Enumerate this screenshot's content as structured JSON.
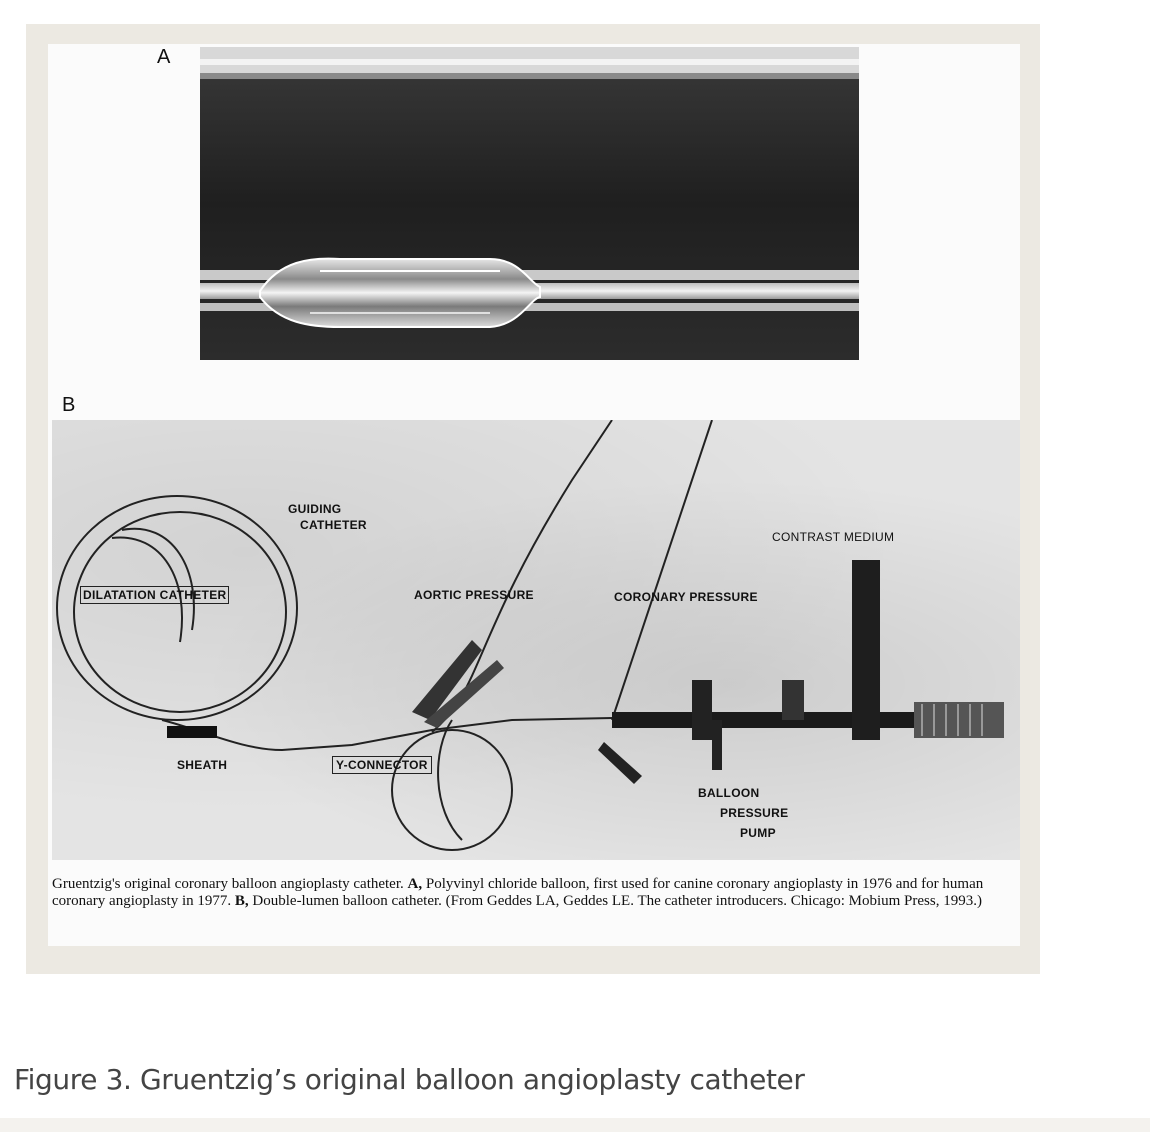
{
  "figure": {
    "panel_a_letter": "A",
    "panel_b_letter": "B",
    "labels": {
      "guiding_catheter_1": "GUIDING",
      "guiding_catheter_2": "CATHETER",
      "contrast_medium": "CONTRAST MEDIUM",
      "dilatation_catheter": "DILATATION CATHETER",
      "aortic_pressure": "AORTIC PRESSURE",
      "coronary_pressure": "CORONARY PRESSURE",
      "sheath": "SHEATH",
      "y_connector": "Y-CONNECTOR",
      "balloon": "BALLOON",
      "pressure": "PRESSURE",
      "pump": "PUMP"
    },
    "caption": {
      "part1": "Gruentzig's original coronary balloon angioplasty catheter. ",
      "a_label": "A,",
      "part2": " Polyvinyl chloride balloon, first used for canine coronary angioplasty in 1976 and for human coronary angioplasty in 1977. ",
      "b_label": "B,",
      "part3": " Double-lumen balloon catheter. (From Geddes LA, Geddes LE. The catheter introducers. Chicago: Mobium Press, 1993.)"
    }
  },
  "page_caption": "Figure 3. Gruentzig’s original balloon angioplasty catheter",
  "colors": {
    "frame": "#ece9e2",
    "photo_dark": "#2a2a2a",
    "caption_gray": "#444444"
  }
}
